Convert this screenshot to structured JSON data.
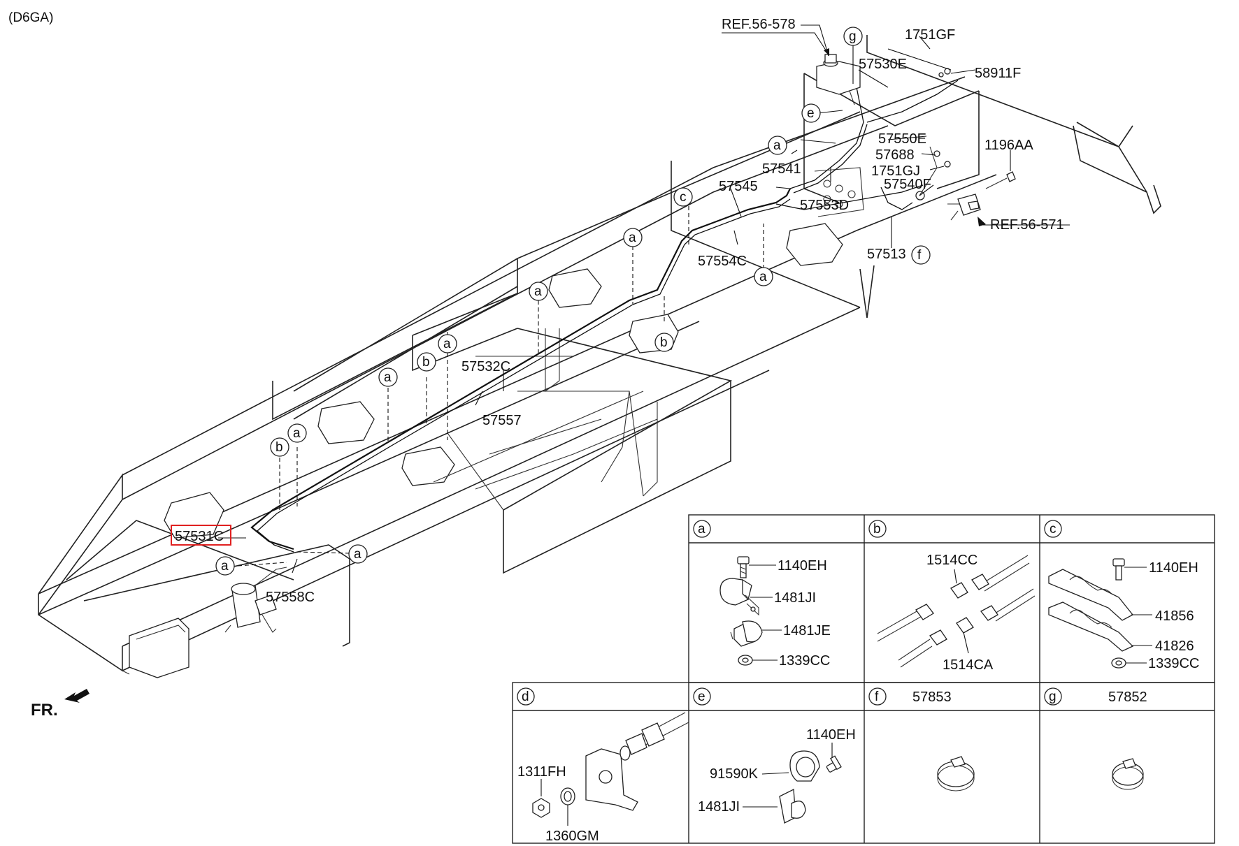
{
  "model_code": "(D6GA)",
  "front_label": "FR.",
  "refs": {
    "ref_upper": "REF.56-578",
    "ref_lower": "REF.56-571"
  },
  "main_parts": {
    "p1751GF": "1751GF",
    "p58911F": "58911F",
    "p57530E": "57530E",
    "p57550E": "57550E",
    "p1196AA": "1196AA",
    "p57688": "57688",
    "p1751GJ": "1751GJ",
    "p57540F": "57540F",
    "p57541": "57541",
    "p57545": "57545",
    "p57553D": "57553D",
    "p57554C": "57554C",
    "p57513": "57513",
    "p57532C": "57532C",
    "p57557": "57557",
    "p57531C": "57531C",
    "p57558C": "57558C"
  },
  "callout_letters": [
    "a",
    "b",
    "c",
    "d",
    "e",
    "f",
    "g"
  ],
  "detail_panels": {
    "a": {
      "letter": "a",
      "parts": [
        "1140EH",
        "1481JI",
        "1481JE",
        "1339CC"
      ]
    },
    "b": {
      "letter": "b",
      "parts": [
        "1514CC",
        "1514CA"
      ]
    },
    "c": {
      "letter": "c",
      "parts": [
        "1140EH",
        "41856",
        "41826",
        "1339CC"
      ]
    },
    "d": {
      "letter": "d",
      "parts": [
        "1311FH",
        "1360GM"
      ]
    },
    "e": {
      "letter": "e",
      "parts": [
        "1140EH",
        "91590K",
        "1481JI"
      ]
    },
    "f": {
      "letter": "f",
      "part": "57853"
    },
    "g": {
      "letter": "g",
      "part": "57852"
    }
  },
  "highlight_color": "#e02020"
}
